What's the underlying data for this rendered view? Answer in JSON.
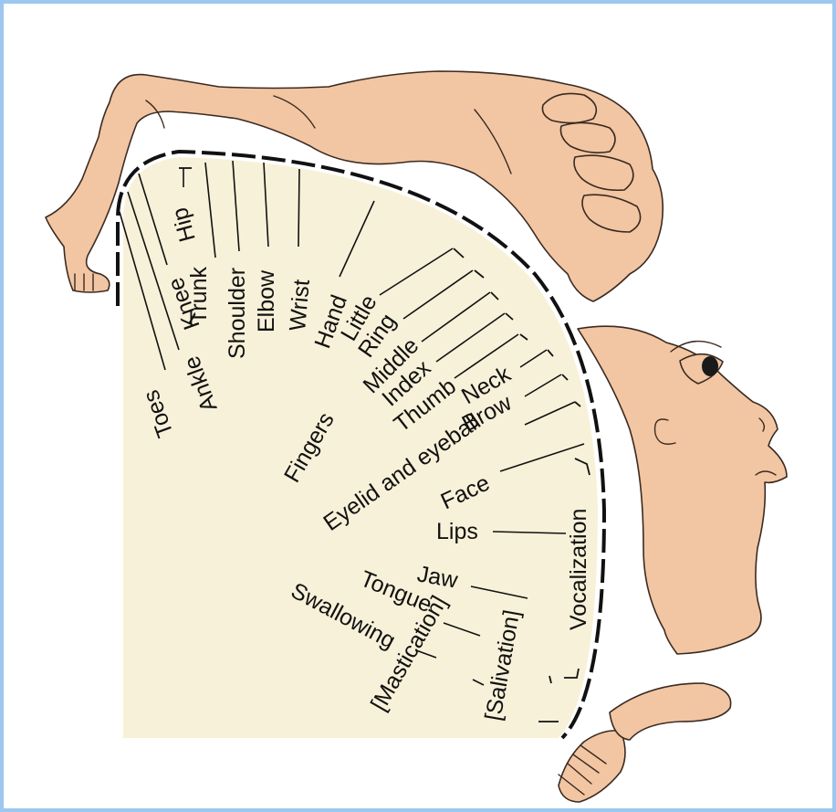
{
  "colors": {
    "frame": "#9cc7ef",
    "background": "#f8f1d9",
    "skin": "#f2c6a2",
    "ink": "#111111"
  },
  "labels": {
    "toes": "Toes",
    "ankle": "Ankle",
    "knee": "Knee",
    "hip": "Hip",
    "trunk": "Trunk",
    "shoulder": "Shoulder",
    "elbow": "Elbow",
    "wrist": "Wrist",
    "hand": "Hand",
    "little": "Little",
    "ring": "Ring",
    "middle": "Middle",
    "index": "Index",
    "thumb": "Thumb",
    "fingers": "Fingers",
    "neck": "Neck",
    "brow": "Brow",
    "eyelid_eyeball": "Eyelid and eyeball",
    "face": "Face",
    "lips": "Lips",
    "jaw": "Jaw",
    "tongue": "Tongue",
    "swallowing": "Swallowing",
    "mastication": "[Mastication]",
    "salivation": "[Salivation]",
    "vocalization": "Vocalization"
  }
}
